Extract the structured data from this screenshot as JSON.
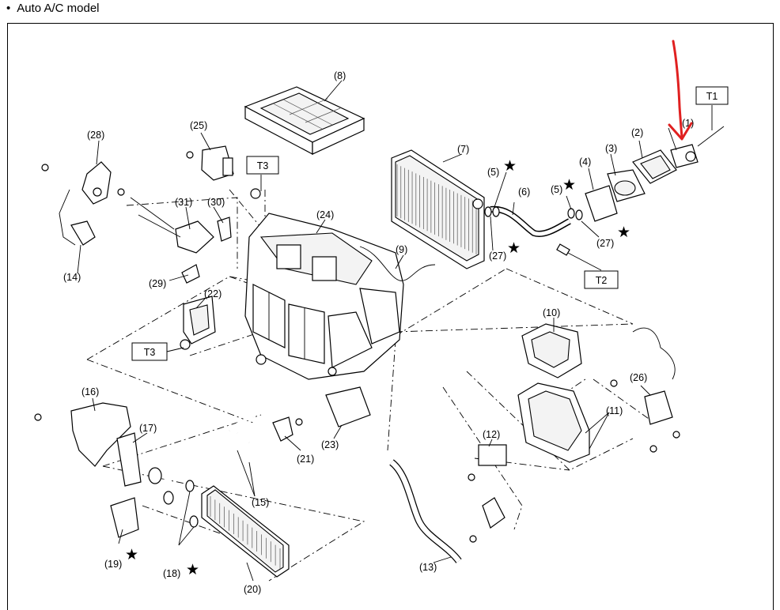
{
  "heading": {
    "bullet": "•",
    "text": "Auto A/C model"
  },
  "star_glyph": "★",
  "annotation_color": "#e02020",
  "labels": {
    "p1": "(1)",
    "p2": "(2)",
    "p3": "(3)",
    "p4": "(4)",
    "p5a": "(5)",
    "p5b": "(5)",
    "p6": "(6)",
    "p7": "(7)",
    "p8": "(8)",
    "p9": "(9)",
    "p10": "(10)",
    "p11": "(11)",
    "p12": "(12)",
    "p13": "(13)",
    "p14": "(14)",
    "p15": "(15)",
    "p16": "(16)",
    "p17": "(17)",
    "p18": "(18)",
    "p19": "(19)",
    "p20": "(20)",
    "p21": "(21)",
    "p22": "(22)",
    "p23": "(23)",
    "p24": "(24)",
    "p25": "(25)",
    "p26": "(26)",
    "p27a": "(27)",
    "p27b": "(27)",
    "p28": "(28)",
    "p29": "(29)",
    "p30": "(30)",
    "p31": "(31)"
  },
  "torque_boxes": {
    "t1": "T1",
    "t2": "T2",
    "t3a": "T3",
    "t3b": "T3"
  }
}
